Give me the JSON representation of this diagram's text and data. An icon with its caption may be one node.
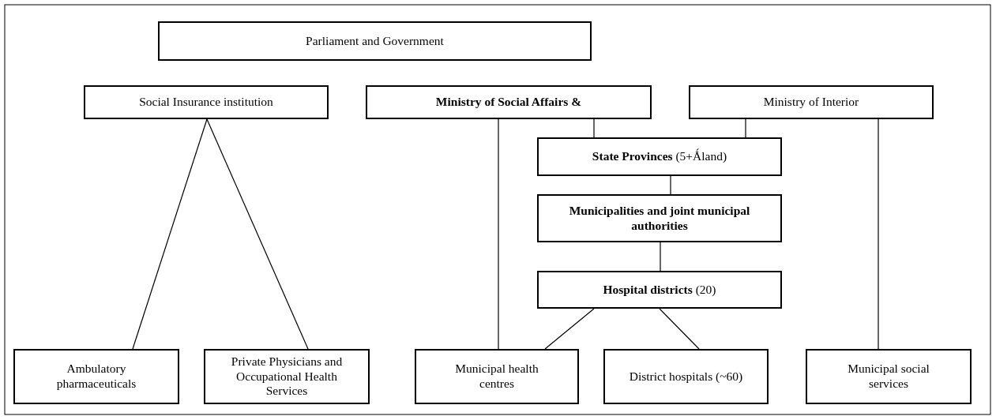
{
  "diagram": {
    "nodes": [
      {
        "text": [
          "Parliament and Government"
        ]
      },
      {
        "text": [
          "Social Insurance institution"
        ]
      },
      {
        "text": [
          "**Ministry of Social Affairs &**"
        ]
      },
      {
        "text": [
          "Ministry of Interior"
        ]
      },
      {
        "text": [
          "**State Provinces** (5+Ǻland)"
        ]
      },
      {
        "text": [
          "**Municipalities and joint municipal authorities**"
        ]
      },
      {
        "text": [
          "**Hospital districts** (20)"
        ]
      },
      {
        "text": [
          "Ambulatory pharmaceuticals"
        ]
      },
      {
        "text": [
          "Private Physicians and Occupational Health Services"
        ]
      },
      {
        "text": [
          "Municipal health centres"
        ]
      },
      {
        "text": [
          "District hospitals (~60)"
        ]
      },
      {
        "text": [
          "Municipal social services"
        ]
      }
    ],
    "edges": [
      {
        "from": 1,
        "to": 7,
        "arrow": "none"
      },
      {
        "from": 1,
        "to": 8,
        "arrow": "none"
      },
      {
        "from": 2,
        "to": 9,
        "arrow": "none"
      },
      {
        "from": 2,
        "to": 4,
        "arrow": "none"
      },
      {
        "from": 3,
        "to": 4,
        "arrow": "none"
      },
      {
        "from": 3,
        "to": 11,
        "arrow": "none"
      },
      {
        "from": 4,
        "to": 5,
        "arrow": "none"
      },
      {
        "from": 5,
        "to": 6,
        "arrow": "none"
      },
      {
        "from": 6,
        "to": 9,
        "arrow": "none"
      },
      {
        "from": 6,
        "to": 10,
        "arrow": "none"
      }
    ]
  }
}
